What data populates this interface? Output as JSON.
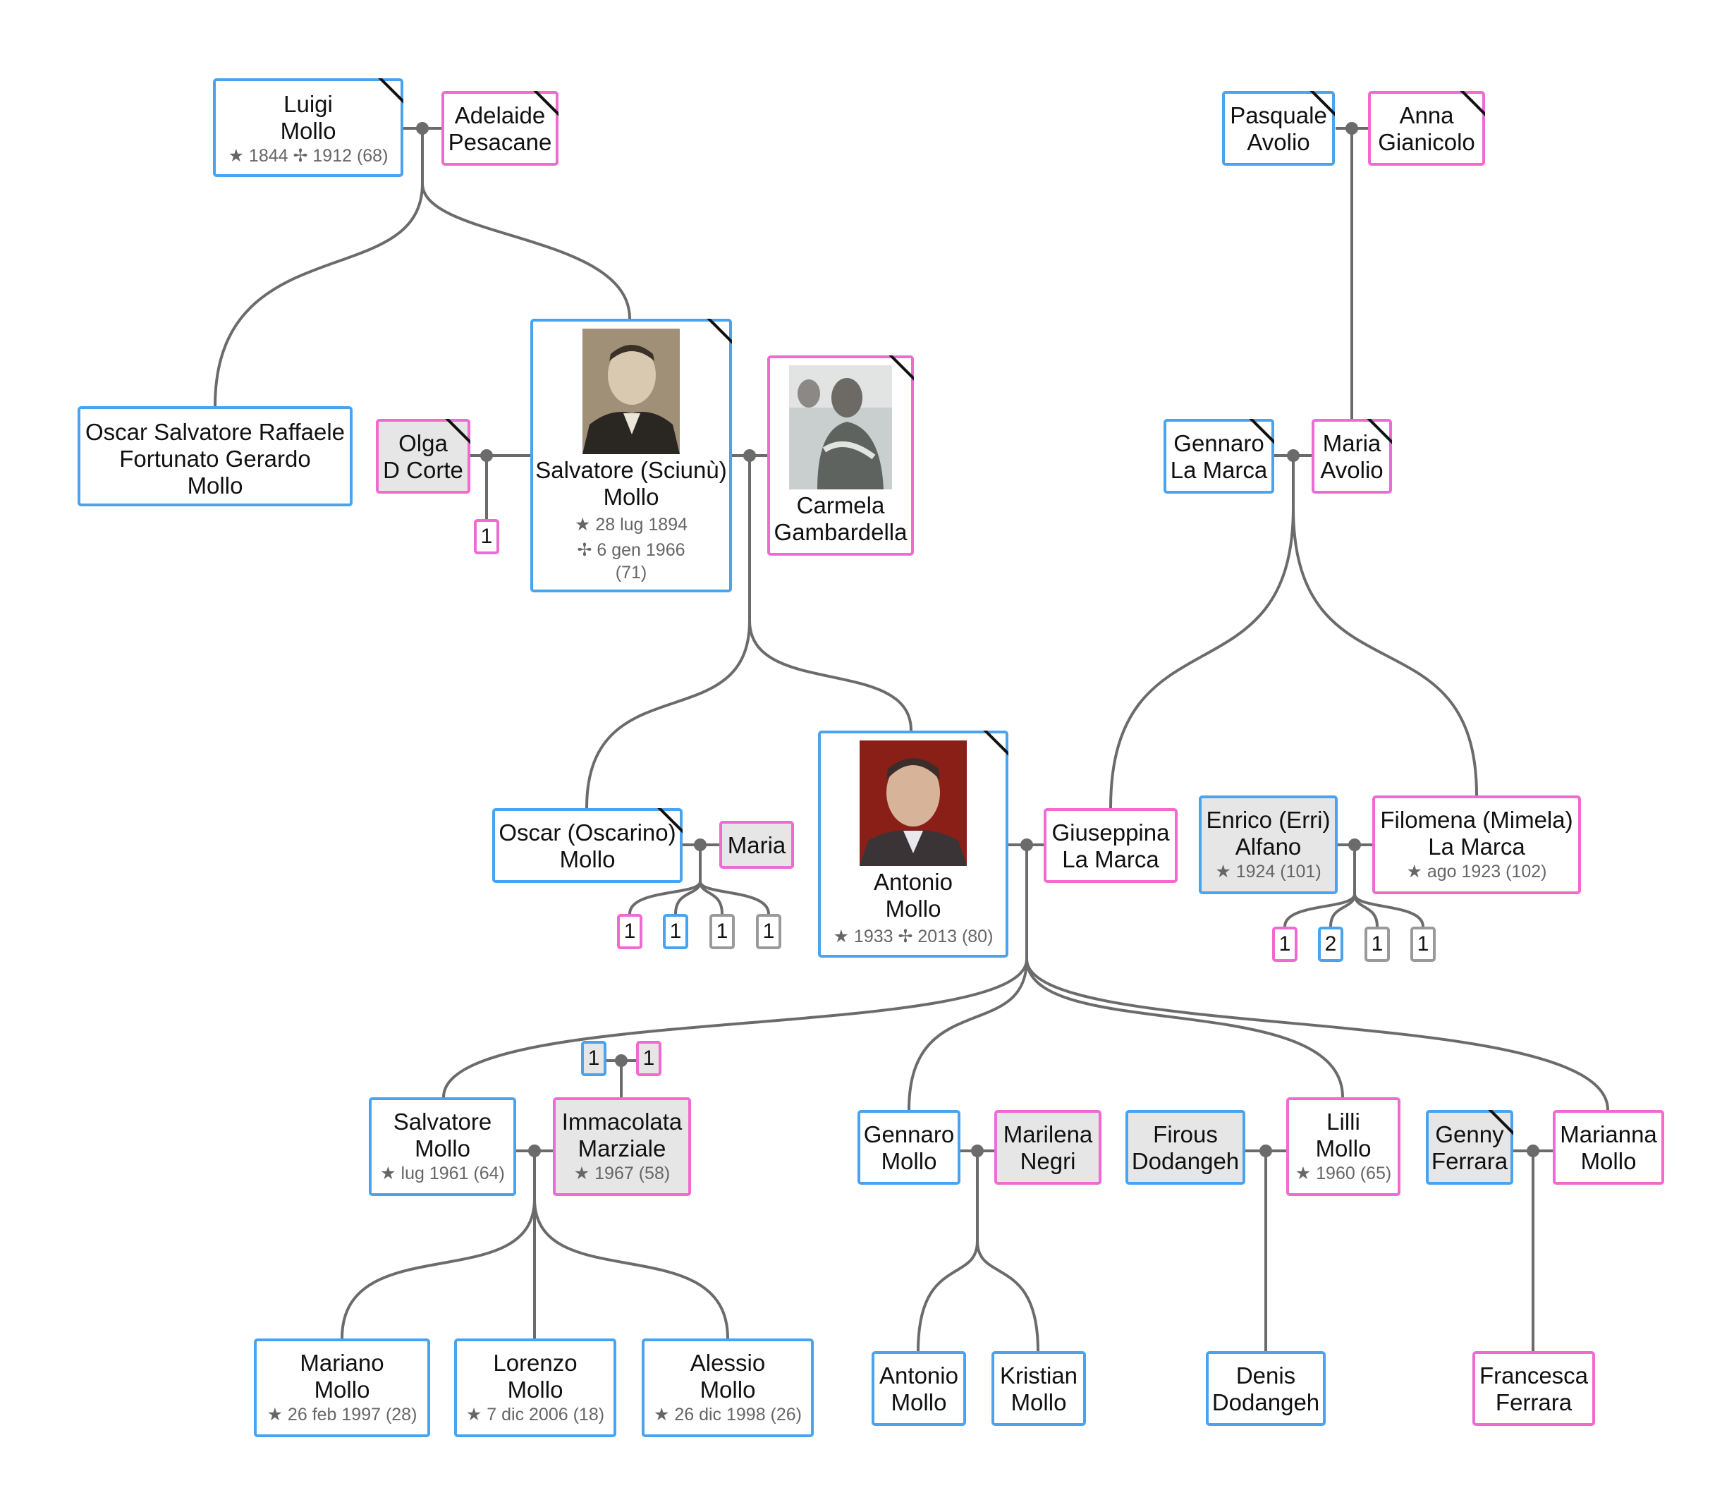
{
  "colors": {
    "male": "#4aa3ee",
    "female": "#f06ad1",
    "connector": "#6b6b6b",
    "unknown_bg": "#e6e6e6"
  },
  "people": {
    "luigi": {
      "line1": "Luigi",
      "line2": "Mollo",
      "dates": "★ 1844  ✢ 1912 (68)"
    },
    "adelaide": {
      "line1": "Adelaide",
      "line2": "Pesacane"
    },
    "pasquale": {
      "line1": "Pasquale",
      "line2": "Avolio"
    },
    "anna": {
      "line1": "Anna",
      "line2": "Gianicolo"
    },
    "oscar_sr": {
      "line1": "Oscar Salvatore Raffaele",
      "line2": "Fortunato Gerardo",
      "line3": "Mollo"
    },
    "olga": {
      "line1": "Olga",
      "line2": "D Corte"
    },
    "salvatore_sr": {
      "line1": "Salvatore (Sciunù)",
      "line2": "Mollo",
      "birth": "★ 28 lug 1894",
      "death": "✢ 6 gen 1966",
      "age": "(71)"
    },
    "carmela": {
      "line1": "Carmela",
      "line2": "Gambardella"
    },
    "gennaro_lm": {
      "line1": "Gennaro",
      "line2": "La Marca"
    },
    "maria_avolio": {
      "line1": "Maria",
      "line2": "Avolio"
    },
    "oscarino": {
      "line1": "Oscar (Oscarino)",
      "line2": "Mollo"
    },
    "maria": {
      "line1": "Maria"
    },
    "antonio_sr": {
      "line1": "Antonio",
      "line2": "Mollo",
      "dates": "★ 1933  ✢ 2013 (80)"
    },
    "giuseppina": {
      "line1": "Giuseppina",
      "line2": "La Marca"
    },
    "enrico": {
      "line1": "Enrico (Erri)",
      "line2": "Alfano",
      "dates": "★ 1924 (101)"
    },
    "filomena": {
      "line1": "Filomena (Mimela)",
      "line2": "La Marca",
      "dates": "★ ago 1923 (102)"
    },
    "salvatore_jr": {
      "line1": "Salvatore",
      "line2": "Mollo",
      "dates": "★ lug 1961 (64)"
    },
    "immacolata": {
      "line1": "Immacolata",
      "line2": "Marziale",
      "dates": "★ 1967 (58)"
    },
    "gennaro_m": {
      "line1": "Gennaro",
      "line2": "Mollo"
    },
    "marilena": {
      "line1": "Marilena",
      "line2": "Negri"
    },
    "firous": {
      "line1": "Firous",
      "line2": "Dodangeh"
    },
    "lilli": {
      "line1": "Lilli",
      "line2": "Mollo",
      "dates": "★ 1960 (65)"
    },
    "genny": {
      "line1": "Genny",
      "line2": "Ferrara"
    },
    "marianna": {
      "line1": "Marianna",
      "line2": "Mollo"
    },
    "mariano": {
      "line1": "Mariano",
      "line2": "Mollo",
      "dates": "★ 26 feb 1997 (28)"
    },
    "lorenzo": {
      "line1": "Lorenzo",
      "line2": "Mollo",
      "dates": "★ 7 dic 2006 (18)"
    },
    "alessio": {
      "line1": "Alessio",
      "line2": "Mollo",
      "dates": "★ 26 dic 1998 (26)"
    },
    "antonio_jr": {
      "line1": "Antonio",
      "line2": "Mollo"
    },
    "kristian": {
      "line1": "Kristian",
      "line2": "Mollo"
    },
    "denis": {
      "line1": "Denis",
      "line2": "Dodangeh"
    },
    "francesca": {
      "line1": "Francesca",
      "line2": "Ferrara"
    }
  },
  "badges": {
    "olga_child": "1",
    "oscarino_children": [
      "1",
      "1",
      "1",
      "1"
    ],
    "enrico_children": [
      "1",
      "2",
      "1",
      "1"
    ],
    "immacolata_parents": [
      "1",
      "1"
    ]
  }
}
